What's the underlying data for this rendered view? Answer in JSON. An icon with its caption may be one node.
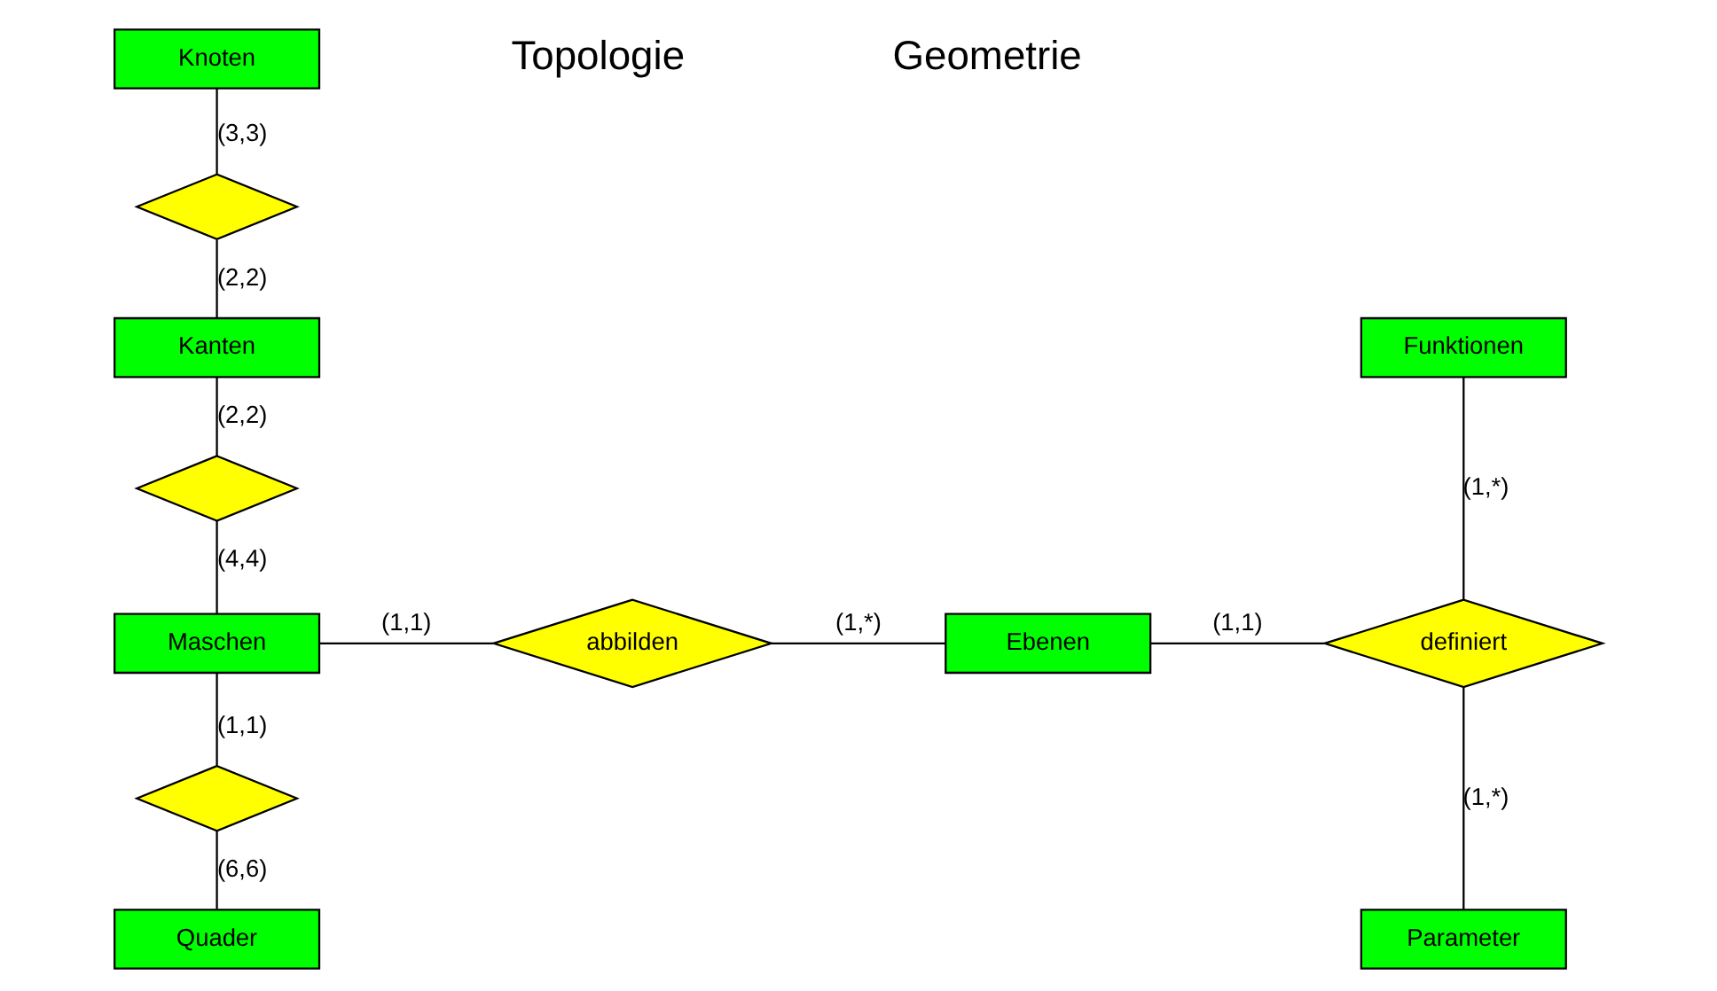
{
  "diagram": {
    "nodes": [
      {
        "text": [
          "Knoten"
        ]
      },
      {
        "text": [],
        "shape": "diamond"
      },
      {
        "text": [
          "Kanten"
        ]
      },
      {
        "text": [],
        "shape": "diamond"
      },
      {
        "text": [
          "Maschen"
        ]
      },
      {
        "text": [],
        "shape": "diamond"
      },
      {
        "text": [
          "Quader"
        ]
      },
      {
        "text": [
          "abbilden"
        ]
      },
      {
        "text": [
          "Ebenen"
        ]
      },
      {
        "text": [
          "Funktionen"
        ]
      },
      {
        "text": [
          "definiert"
        ]
      },
      {
        "text": [
          "Parameter"
        ]
      }
    ],
    "edges": [
      {
        "from": 0,
        "to": 1,
        "arrow": "none",
        "label": "(3,3)"
      },
      {
        "from": 1,
        "to": 2,
        "arrow": "none",
        "label": "(2,2)"
      },
      {
        "from": 2,
        "to": 3,
        "arrow": "none",
        "label": "(2,2)"
      },
      {
        "from": 3,
        "to": 4,
        "arrow": "none",
        "label": "(4,4)"
      },
      {
        "from": 4,
        "to": 5,
        "arrow": "none",
        "label": "(1,1)"
      },
      {
        "from": 5,
        "to": 6,
        "arrow": "none",
        "label": "(6,6)"
      },
      {
        "from": 4,
        "to": 7,
        "arrow": "none",
        "label": "(1,1)"
      },
      {
        "from": 7,
        "to": 8,
        "arrow": "none",
        "label": "(1,*)"
      },
      {
        "from": 8,
        "to": 10,
        "arrow": "none",
        "label": "(1,1)"
      },
      {
        "from": 9,
        "to": 10,
        "arrow": "none",
        "label": "(1,*)"
      },
      {
        "from": 10,
        "to": 11,
        "arrow": "none",
        "label": "(1,*)"
      }
    ],
    "labels": [
      "Topologie",
      "Geometrie"
    ]
  }
}
